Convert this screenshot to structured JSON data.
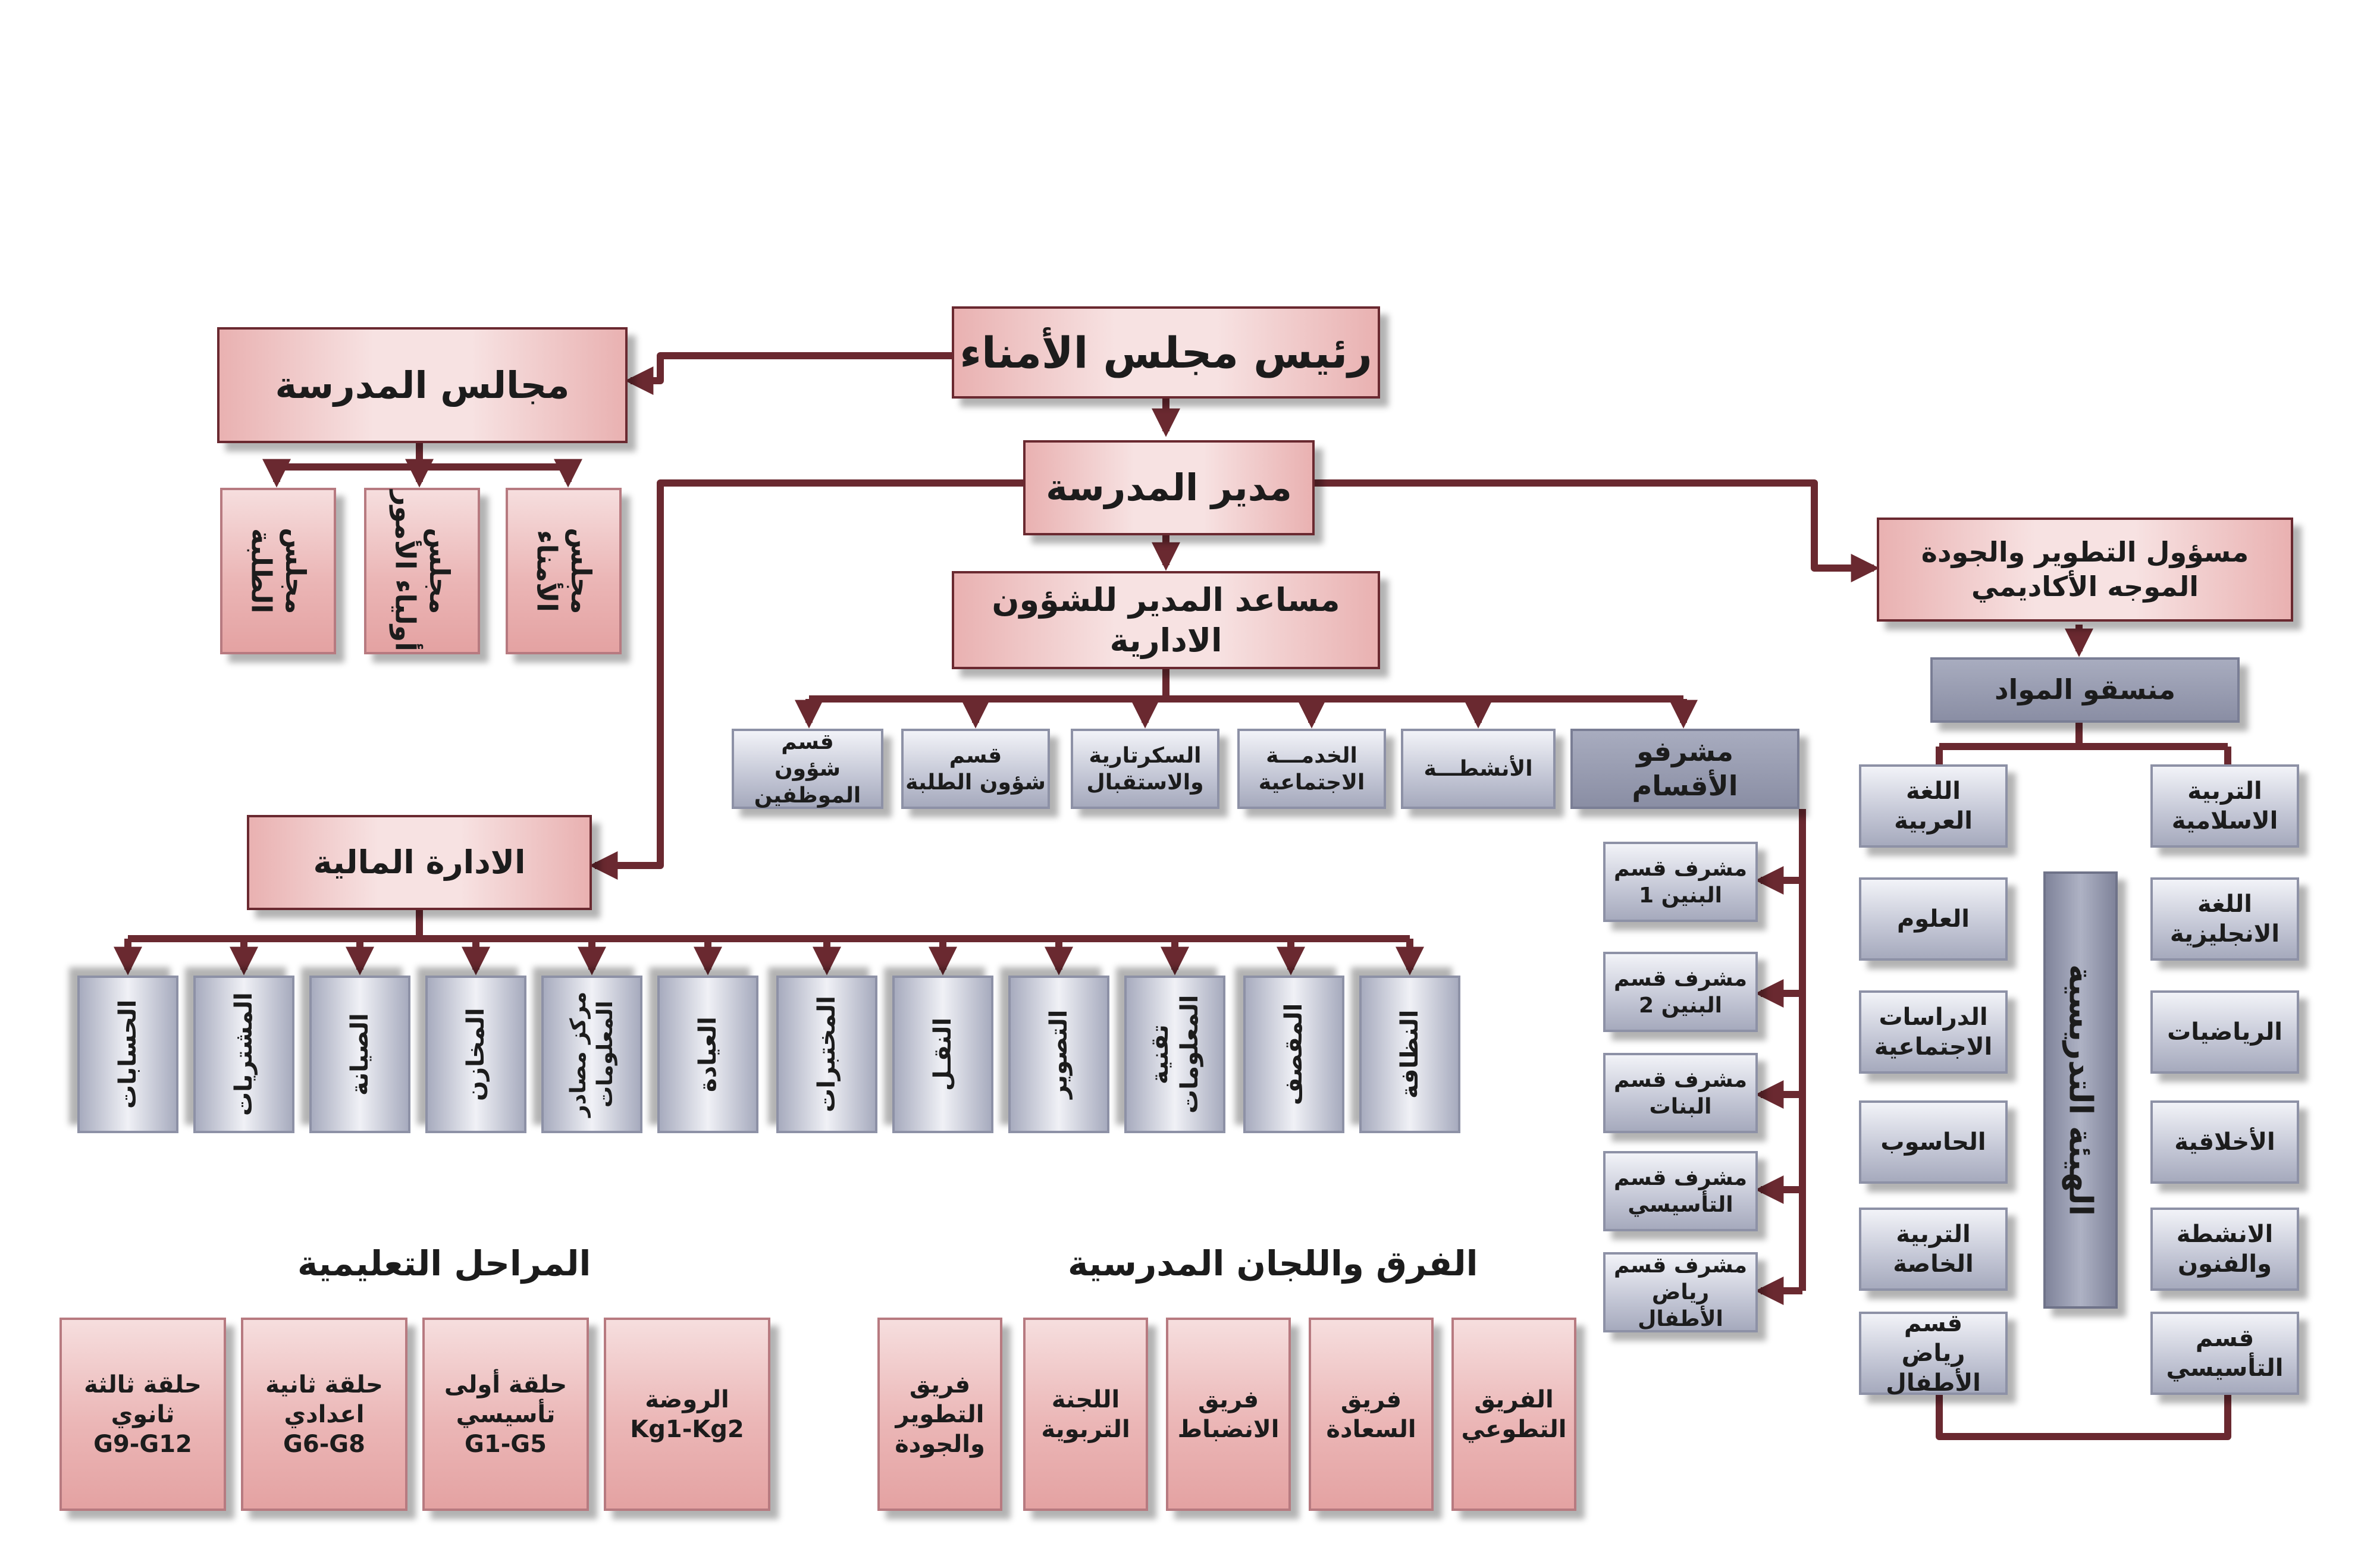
{
  "top": {
    "chairman": "رئيس مجلس الأمناء",
    "school_councils": "مجالس المدرسة",
    "principal": "مدير المدرسة",
    "assistant": "مساعد المدير للشؤون الادارية",
    "development": "مسؤول التطوير والجودة\nالموجه الأكاديمي",
    "subject_coordinators": "منسقو المواد",
    "financial_admin": "الادارة المالية"
  },
  "councils": [
    "مجلس\nالأمناء",
    "مجلس\nأولياء الأمور",
    "مجلس\nالطلبة"
  ],
  "admin_sections": [
    "مشرفو\nالأقسام",
    "الأنشطـــة",
    "الخدمـــة\nالاجتماعية",
    "السكرتارية\nوالاستقبال",
    "قسم\nشؤون الطلبة",
    "قسم\nشؤون الموظفين"
  ],
  "supervisors": [
    "مشرف قسم\nالبنين 1",
    "مشرف قسم\nالبنين 2",
    "مشرف قسم\nالبنات",
    "مشرف قسم\nالتأسيسي",
    "مشرف قسم\nرياض الأطفال"
  ],
  "finance_units": [
    "النظافة",
    "المقصف",
    "تقنية\nالمعلومات",
    "التصوير",
    "النقـل",
    "المختبرات",
    "العيادة",
    "مركز مصادر\nالمعلومات",
    "المخازن",
    "الصيانة",
    "المشتريات",
    "الحسابات"
  ],
  "subjects_right": [
    "التربية\nالاسلامية",
    "اللغة\nالانجليزية",
    "الرياضيات",
    "الأخلاقية",
    "الانشطة\nوالفنون",
    "قسم\nالتأسيسي"
  ],
  "subjects_left": [
    "اللغة\nالعربية",
    "العلوم",
    "الدراسات\nالاجتماعية",
    "الحاسوب",
    "التربية\nالخاصة",
    "قسم\nرياض الأطفال"
  ],
  "teaching_staff": "الهيئة التدريسية",
  "teams": {
    "title": "الفرق واللجان المدرسية",
    "items": [
      "الفريق\nالتطوعي",
      "فريق\nالسعادة",
      "فريق\nالانضباط",
      "اللجنة\nالتربوية",
      "فريق\nالتطوير\nوالجودة"
    ]
  },
  "stages": {
    "title": "المراحل التعليمية",
    "items": [
      "الروضة\nKg1-Kg2",
      "حلقة أولى\nتأسيسي\nG1-G5",
      "حلقة ثانية\nاعدادي\nG6-G8",
      "حلقة ثالثة\nثانوي\nG9-G12"
    ]
  },
  "colors": {
    "connector": "#6a2930",
    "pink": "#eab2b2",
    "blue_grey": "#a6aabd",
    "navy_grey": "#8a8ea4"
  }
}
